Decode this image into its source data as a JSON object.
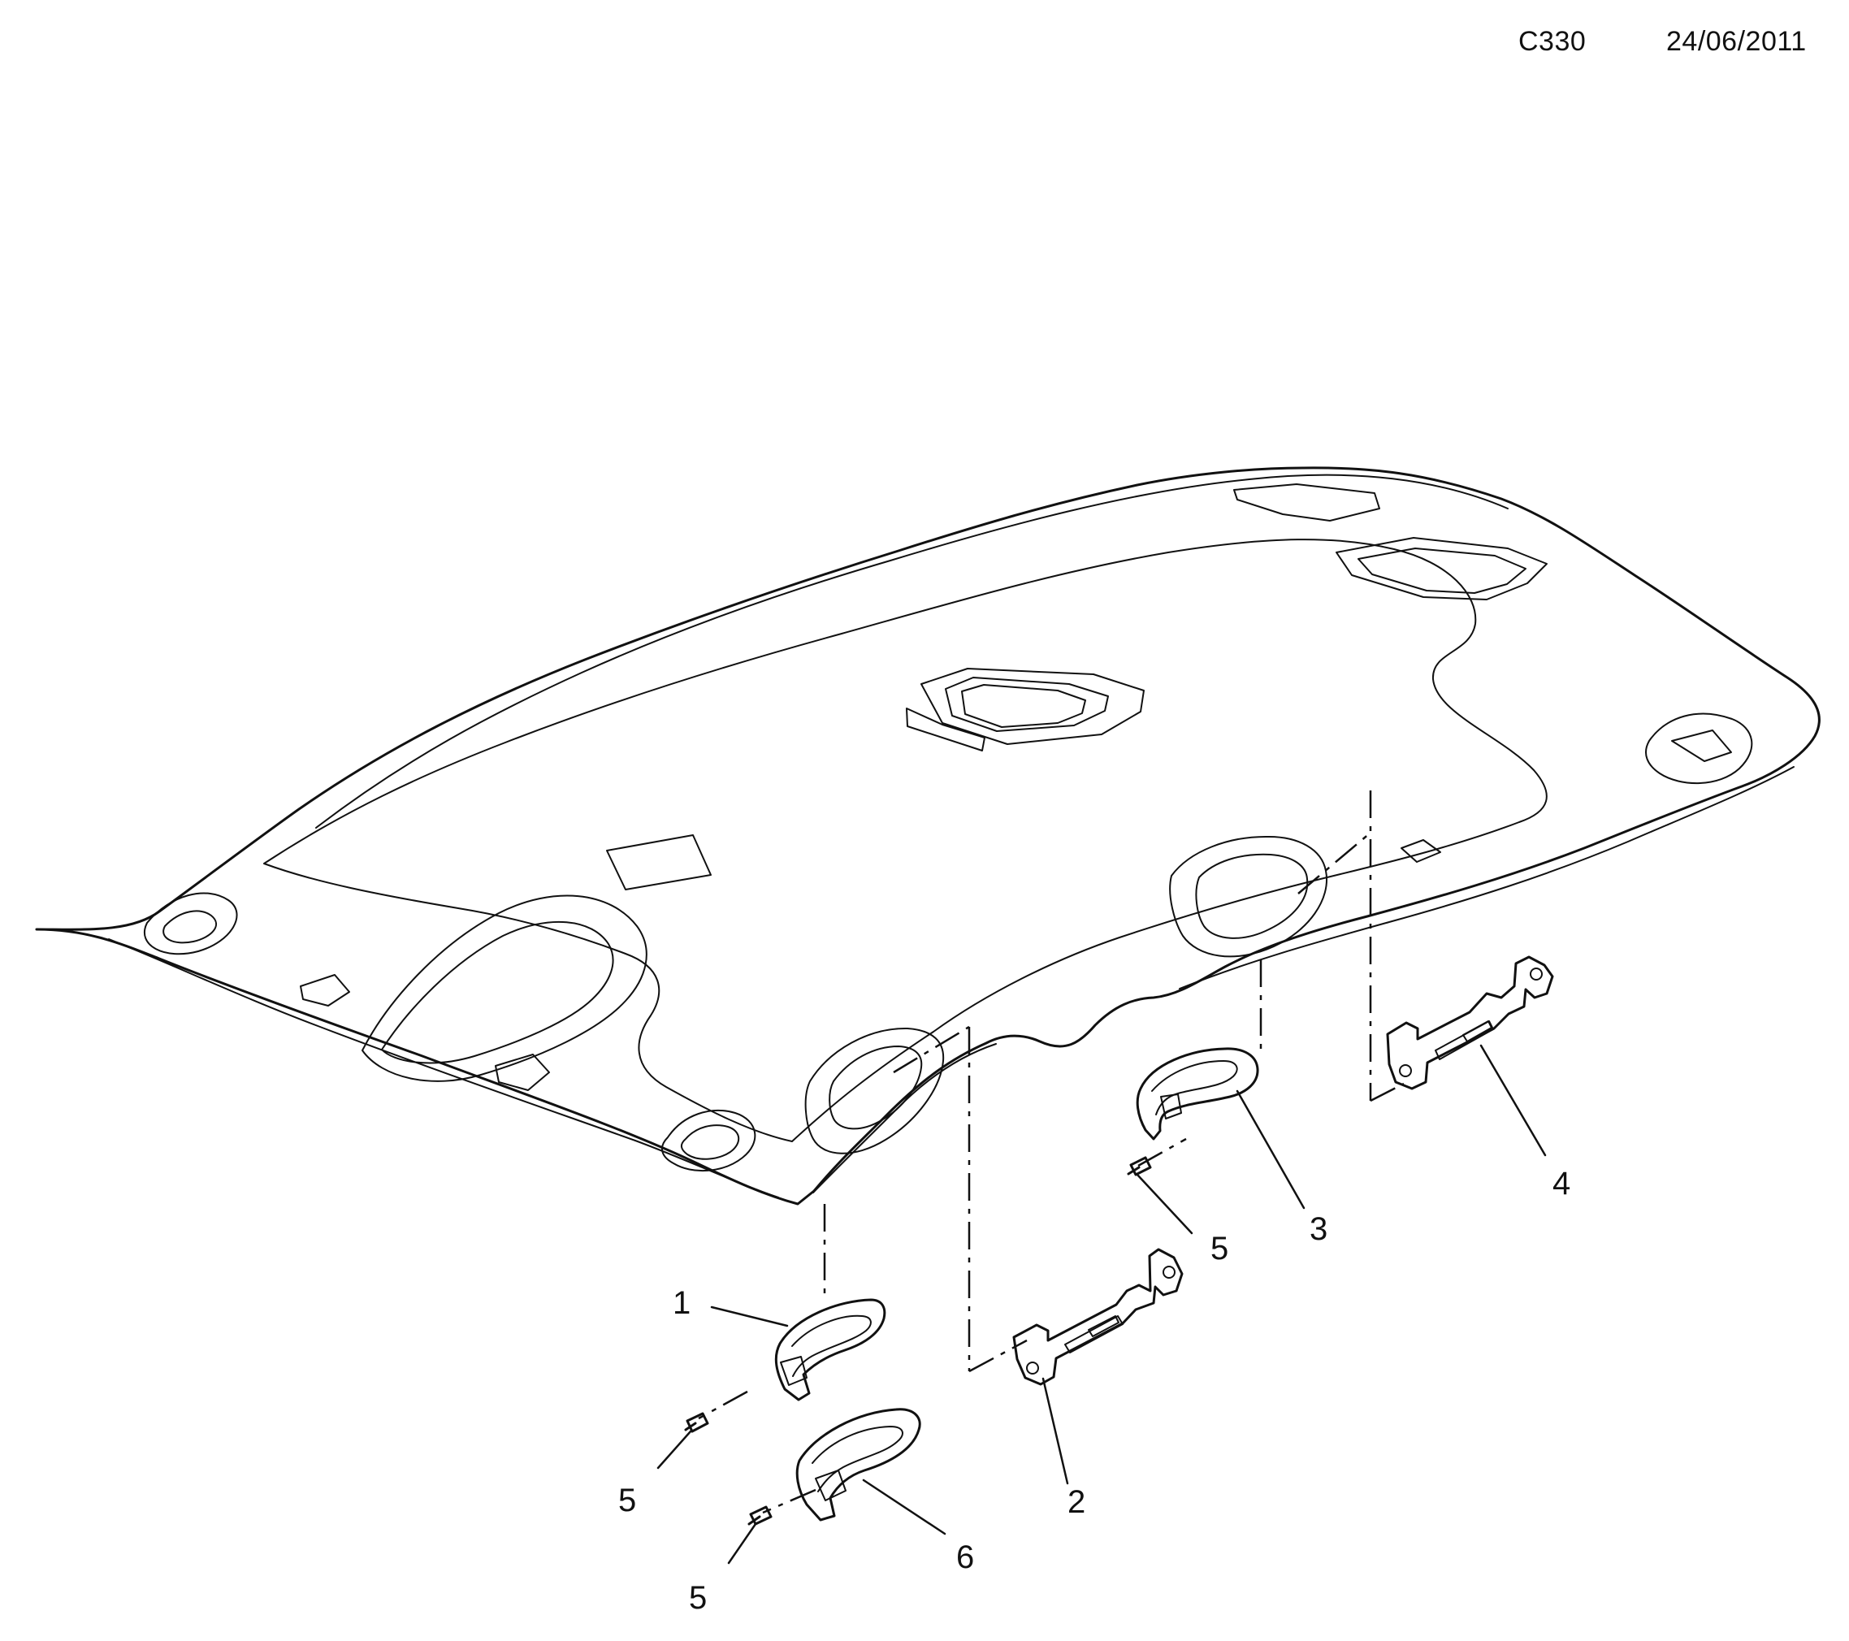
{
  "header": {
    "code": "C330",
    "date": "24/06/2011"
  },
  "callouts": [
    {
      "id": "callout-1",
      "text": "1"
    },
    {
      "id": "callout-2",
      "text": "2"
    },
    {
      "id": "callout-3",
      "text": "3"
    },
    {
      "id": "callout-4",
      "text": "4"
    },
    {
      "id": "callout-5a",
      "text": "5"
    },
    {
      "id": "callout-5b",
      "text": "5"
    },
    {
      "id": "callout-5c",
      "text": "5"
    },
    {
      "id": "callout-6",
      "text": "6"
    }
  ]
}
